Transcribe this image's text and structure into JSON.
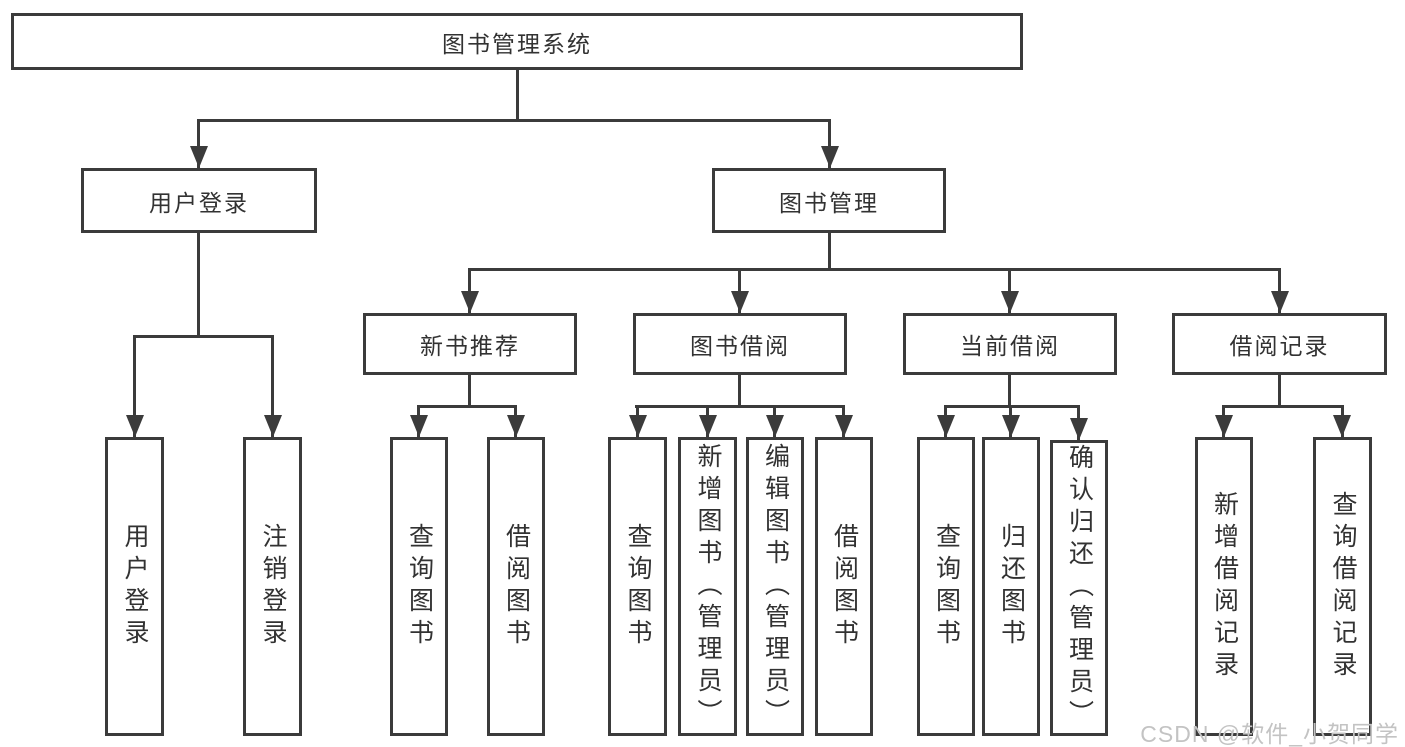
{
  "diagram": {
    "root": "图书管理系统",
    "branches": [
      {
        "label": "用户登录",
        "leaves": [
          "用户登录",
          "注销登录"
        ]
      },
      {
        "label": "图书管理",
        "groups": [
          {
            "label": "新书推荐",
            "leaves": [
              "查询图书",
              "借阅图书"
            ]
          },
          {
            "label": "图书借阅",
            "leaves": [
              "查询图书",
              "新增图书（管理员）",
              "编辑图书（管理员）",
              "借阅图书"
            ]
          },
          {
            "label": "当前借阅",
            "leaves": [
              "查询图书",
              "归还图书",
              "确认归还（管理员）"
            ]
          },
          {
            "label": "借阅记录",
            "leaves": [
              "新增借阅记录",
              "查询借阅记录"
            ]
          }
        ]
      }
    ]
  },
  "watermark": "CSDN @软件_小贺同学",
  "colors": {
    "line": "#3b3b3b",
    "text": "#323232",
    "watermark": "#c3c3c3",
    "background": "#ffffff"
  }
}
